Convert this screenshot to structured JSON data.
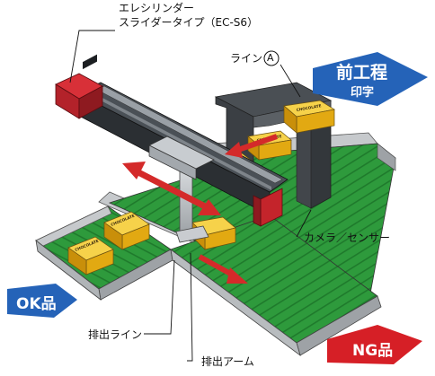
{
  "labels": {
    "cylinder_line1": "エレシリンダー",
    "cylinder_line2": "スライダータイプ（EC-S6）",
    "line_prefix": "ライン",
    "line_letter": "A",
    "camera_sensor": "カメラ／センサー",
    "eject_line": "排出ライン",
    "eject_arm": "排出アーム"
  },
  "badges": {
    "prev_process_title": "前工程",
    "prev_process_sub": "印字",
    "ok": "OK品",
    "ng": "NG品"
  },
  "box_text": "CHOCOLATE",
  "colors": {
    "conveyor_green": "#2e9a3c",
    "frame_gray": "#b9bcbf",
    "box_yellow": "#f2c019",
    "actuator_dark": "#2b2f33",
    "red_end_cap": "#c4242b",
    "arrow_red": "#d42a2a",
    "badge_blue": "#2563b8",
    "badge_red": "#d61f26"
  }
}
